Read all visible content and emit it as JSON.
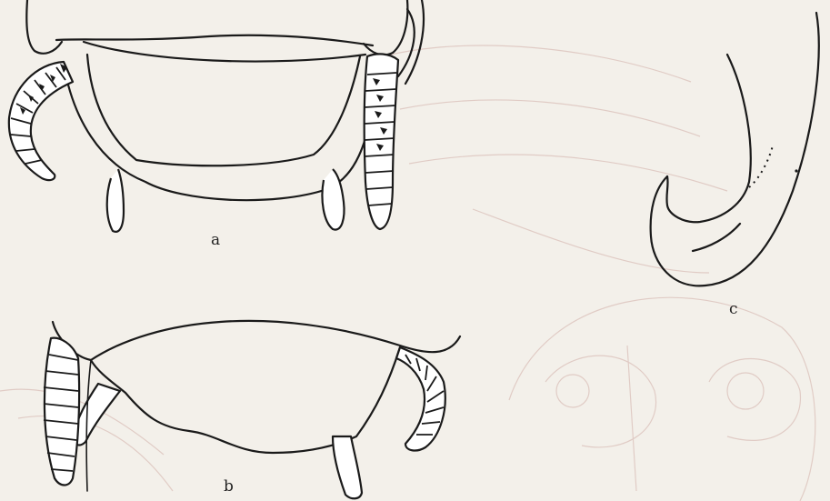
{
  "figure": {
    "panels": [
      {
        "id": "a",
        "label": "a"
      },
      {
        "id": "b",
        "label": "b"
      },
      {
        "id": "c",
        "label": "c"
      }
    ]
  },
  "colors": {
    "ink": "#1a1a1a",
    "paper": "#f3f0ea",
    "bleed_through": "#d9b8b0"
  }
}
